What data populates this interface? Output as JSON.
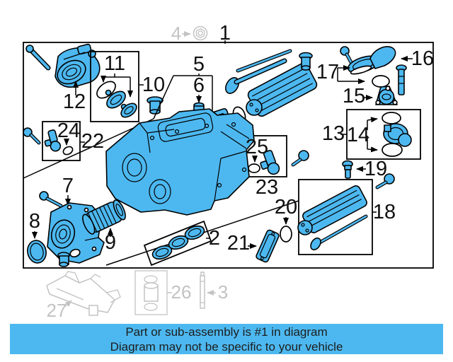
{
  "banner": {
    "line1": "Part or sub-assembly is #1 in diagram",
    "line2": "Diagram may not be specific to your vehicle"
  },
  "colors": {
    "highlight_blue": "#4db8f0",
    "excluded_gray": "#c3c3c3",
    "outline_black": "#000000",
    "banner_background": "#4db8f0",
    "banner_text": "#1d1d1d",
    "page_background": "#ffffff"
  },
  "callouts": {
    "c1": "1",
    "c2": "2",
    "c3": "3",
    "c4": "4",
    "c5": "5",
    "c6": "6",
    "c7": "7",
    "c8": "8",
    "c9": "9",
    "c10": "10",
    "c11": "11",
    "c12": "12",
    "c13": "13",
    "c14": "14",
    "c15": "15",
    "c16": "16",
    "c17": "17",
    "c18": "18",
    "c19": "19",
    "c20": "20",
    "c21": "21",
    "c22": "22",
    "c23": "23",
    "c24": "24",
    "c25": "25",
    "c26": "26",
    "c27": "27"
  }
}
